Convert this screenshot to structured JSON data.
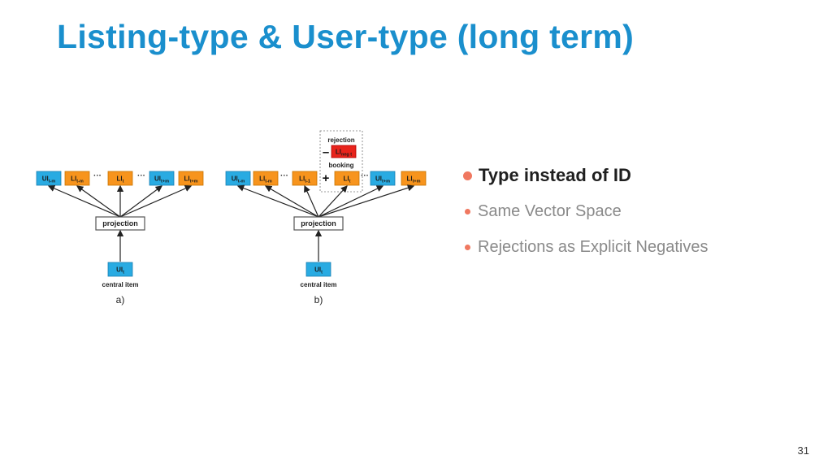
{
  "slide": {
    "title": "Listing-type & User-type (long term)",
    "page_number": "31"
  },
  "bullets": {
    "main": "Type instead of ID",
    "subs": [
      "Same Vector Space",
      "Rejections as Explicit Negatives"
    ]
  },
  "diagram_a": {
    "top_boxes": [
      {
        "base": "Ul",
        "sub": "t-m",
        "kind": "user"
      },
      {
        "base": "Ll",
        "sub": "t-m",
        "kind": "listing"
      },
      {
        "base": "Ll",
        "sub": "t",
        "kind": "listing"
      },
      {
        "base": "Ul",
        "sub": "t+m",
        "kind": "user"
      },
      {
        "base": "Ll",
        "sub": "t+m",
        "kind": "listing"
      }
    ],
    "ellipsis": "···",
    "projection": "projection",
    "central_box": {
      "base": "Ul",
      "sub": "t",
      "kind": "user"
    },
    "central_caption": "central item",
    "sublabel": "a)"
  },
  "diagram_b": {
    "top_boxes": [
      {
        "base": "Ul",
        "sub": "t-m",
        "kind": "user"
      },
      {
        "base": "Ll",
        "sub": "t-m",
        "kind": "listing"
      },
      {
        "base": "Ll",
        "sub": "t-1",
        "kind": "listing"
      },
      {
        "base": "Ll",
        "sub": "t",
        "kind": "listing"
      },
      {
        "base": "Ul",
        "sub": "t+m",
        "kind": "user"
      },
      {
        "base": "Ll",
        "sub": "t+m",
        "kind": "listing"
      }
    ],
    "ellipsis": "···",
    "rejection_label": "rejection",
    "negative_box": {
      "base": "Ll",
      "sub": "neg t",
      "kind": "negative"
    },
    "minus": "–",
    "plus": "+",
    "booking_label": "booking",
    "projection": "projection",
    "central_box": {
      "base": "Ul",
      "sub": "t",
      "kind": "user"
    },
    "central_caption": "central item",
    "sublabel": "b)"
  },
  "colors": {
    "title": "#1a8fcd",
    "user_type": "#29abe2",
    "listing_type": "#f7941d",
    "negative": "#e8231b",
    "bullet_dot": "#f07860"
  }
}
